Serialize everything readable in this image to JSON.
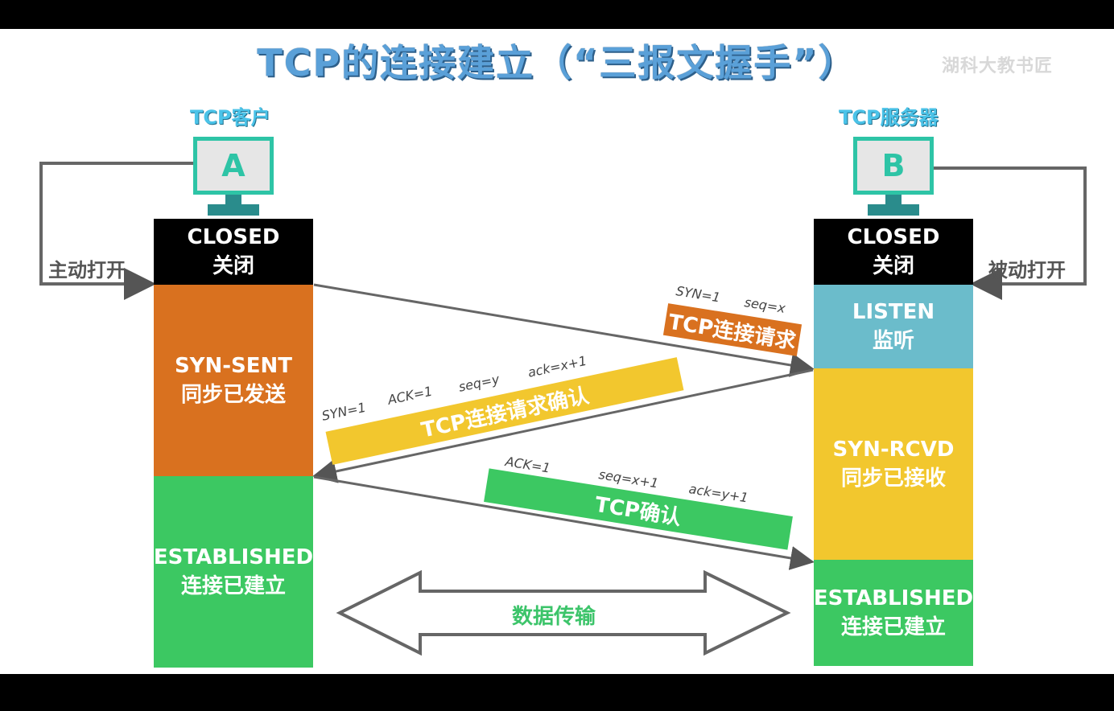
{
  "title": "TCP的连接建立（“三报文握手”）",
  "watermark": "湖科大教书匠",
  "client": {
    "label": "TCP客户",
    "host": "A",
    "open_label": "主动打开",
    "states": {
      "closed_en": "CLOSED",
      "closed_zh": "关闭",
      "synsent_en": "SYN-SENT",
      "synsent_zh": "同步已发送",
      "est_en": "ESTABLISHED",
      "est_zh": "连接已建立"
    }
  },
  "server": {
    "label": "TCP服务器",
    "host": "B",
    "open_label": "被动打开",
    "states": {
      "closed_en": "CLOSED",
      "closed_zh": "关闭",
      "listen_en": "LISTEN",
      "listen_zh": "监听",
      "synrcvd_en": "SYN-RCVD",
      "synrcvd_zh": "同步已接收",
      "est_en": "ESTABLISHED",
      "est_zh": "连接已建立"
    }
  },
  "messages": {
    "m1": {
      "banner": "TCP连接请求",
      "syn": "SYN=1",
      "seq": "seq=x"
    },
    "m2": {
      "banner": "TCP连接请求确认",
      "syn": "SYN=1",
      "ack_flag": "ACK=1",
      "seq": "seq=y",
      "ack": "ack=x+1"
    },
    "m3": {
      "banner": "TCP确认",
      "ack_flag": "ACK=1",
      "seq": "seq=x+1",
      "ack": "ack=y+1"
    }
  },
  "data_transfer": "数据传输",
  "colors": {
    "closed": "#000000",
    "synsent": "#d9711f",
    "established": "#3cc862",
    "listen": "#6bbccb",
    "synrcvd": "#f2c72e",
    "banner_request": "#d9711f",
    "banner_confirm": "#f2c72e",
    "banner_ack": "#3cc862"
  }
}
